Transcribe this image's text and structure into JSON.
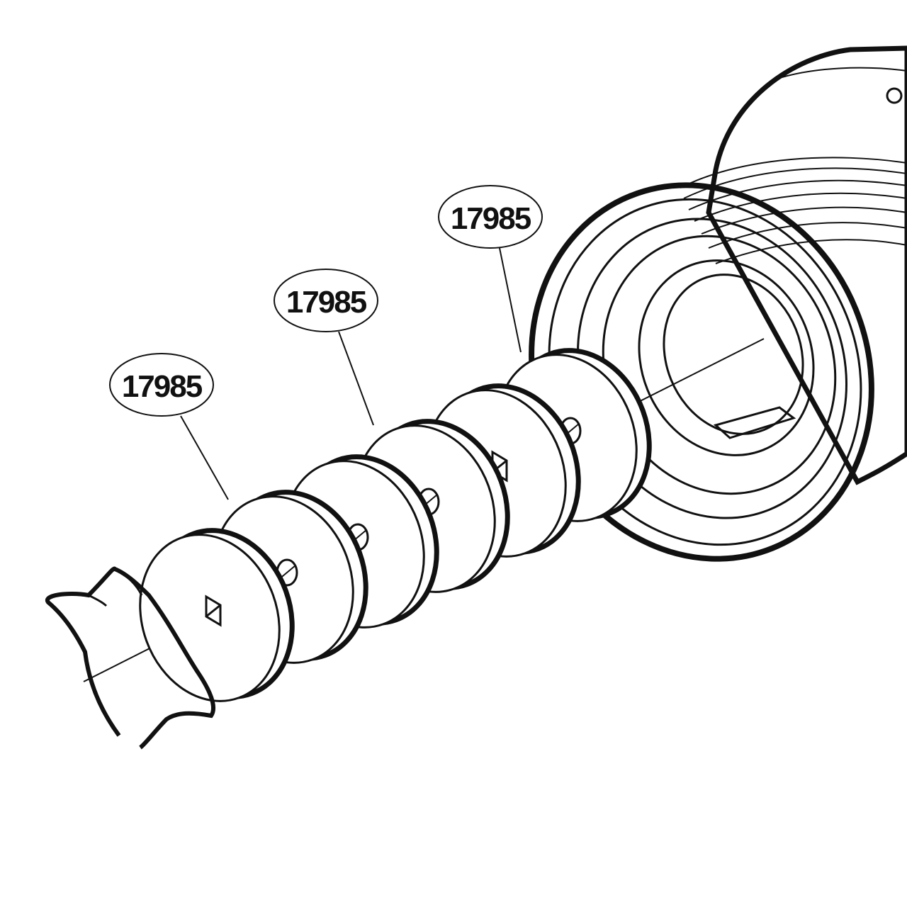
{
  "diagram": {
    "type": "exploded parts diagram",
    "callouts": [
      {
        "part_number": "17985"
      },
      {
        "part_number": "17985"
      },
      {
        "part_number": "17985"
      }
    ],
    "colors": {
      "line": "#111111",
      "background": "#ffffff"
    }
  }
}
